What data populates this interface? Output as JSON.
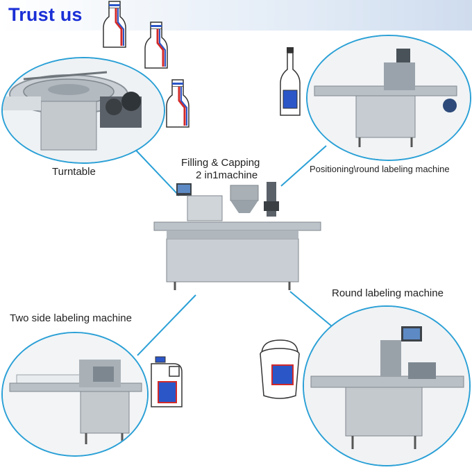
{
  "header": {
    "title": "Trust us"
  },
  "labels": {
    "turntable": "Turntable",
    "filling_capping_line1": "Filling & Capping",
    "filling_capping_line2": "2 in1machine",
    "positioning_round": "Positioning\\round labeling machine",
    "two_side": "Two side labeling machine",
    "round_labeling": "Round labeling machine"
  },
  "colors": {
    "title": "#1a2fd6",
    "circle_border": "#2aa0d6",
    "connector": "#2aa0d6",
    "label_patch": "#2a56c8",
    "accent_red": "#d22a2a"
  }
}
